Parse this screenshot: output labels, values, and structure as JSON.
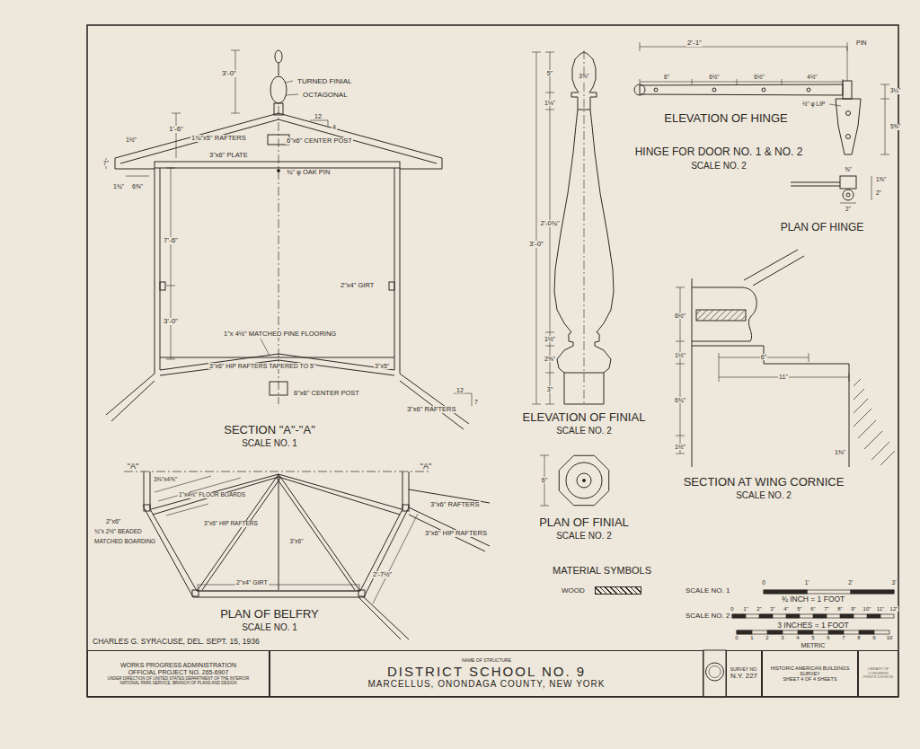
{
  "diagram": {
    "nodes": [
      {
        "text": [
          "WORKS PROGRESS ADMINISTRATION",
          "OFFICIAL PROJECT NO. 265-6907",
          "UNDER DIRECTION OF UNITED STATES DEPARTMENT OF THE INTERIOR",
          "NATIONAL PARK SERVICE, BRANCH OF PLANS AND DESIGN"
        ]
      },
      {
        "text": [
          "NAME OF STRUCTURE",
          "DISTRICT SCHOOL NO. 9",
          "MARCELLUS, ONONDAGA COUNTY, NEW YORK"
        ]
      },
      {
        "text": [
          "SURVEY NO.",
          "N.Y. 227"
        ]
      },
      {
        "text": [
          "HISTORIC AMERICAN BUILDINGS SURVEY",
          "SHEET 4 OF 4 SHEETS"
        ]
      },
      {
        "text": [
          "LIBRARY OF CONGRESS",
          "PRINTS DIVISION"
        ]
      }
    ],
    "labels": [
      "3'-0\"",
      "TURNED FINIAL",
      "OCTAGONAL",
      "1'-6\"",
      "1¾\"x5\" RAFTERS",
      "12",
      "4",
      "6\"x6\" CENTER POST",
      "3\"x6\" PLATE",
      "¾\" φ OAK PIN",
      "1½\"",
      "7\"",
      "1¾\"",
      "6⅝\"",
      "7'-6\"",
      "2\"x4\" GIRT",
      "3'-0\"",
      "1\"x 4½\" MATCHED PINE FLOORING",
      "3\"x6\" HIP RAFTERS TAPERED TO 5\"",
      "3\"x5\"",
      "6\"x6\" CENTER POST",
      "3\"x6\" RAFTERS",
      "12",
      "7",
      "SECTION \"A\"-\"A\"",
      "SCALE NO. 1",
      "\"A\"",
      "\"A\"",
      "3⅜\"x4⅝\"",
      "2\"x6\"",
      "¾\"x 2½\" BEADED",
      "MATCHED BOARDING",
      "1\"x4½\" FLOOR BOARDS",
      "3\"x6\" HIP RAFTERS",
      "3\"x6\"",
      "3\"x6\" RAFTERS",
      "3\"x6\" HIP RAFTERS",
      "2'-7½\"",
      "2\"x4\" GIRT",
      "PLAN OF BELFRY",
      "SCALE NO. 1",
      "CHARLES G. SYRACUSE, DEL. SEPT. 15, 1936",
      "3'-0\"",
      "5\"",
      "1⅛\"",
      "3⅝\"",
      "2'-0¾\"",
      "1½\"",
      "2⅝\"",
      "3\"",
      "ELEVATION OF FINIAL",
      "SCALE NO. 2",
      "6\"",
      "PLAN OF FINIAL",
      "SCALE NO. 2",
      "2'-1\"",
      "PIN",
      "6\"",
      "6½\"",
      "6½\"",
      "4½\"",
      "ELEVATION OF HINGE",
      "½\" φ LIP",
      "3¼\"",
      "5⅝\"",
      "HINGE FOR DOOR NO. 1 & NO. 2",
      "SCALE NO. 2",
      "⅝\"",
      "1⅝\"",
      "2\"",
      "2\"",
      "PLAN OF HINGE",
      "6½\"",
      "1½\"",
      "6¾\"",
      "6\"",
      "11\"",
      "1½\"",
      "1⅜\"",
      "SECTION AT WING CORNICE",
      "SCALE NO. 2",
      "MATERIAL SYMBOLS",
      "SCALE NO. 1",
      "0",
      "1'",
      "2'",
      "3'",
      "¾ INCH = 1 FOOT",
      "SCALE NO. 2",
      "0",
      "1\"",
      "2\"",
      "3\"",
      "4\"",
      "5\"",
      "6\"",
      "7\"",
      "8\"",
      "9\"",
      "10\"",
      "11\"",
      "12\"",
      "3 INCHES = 1 FOOT",
      "0",
      "1",
      "2",
      "3",
      "4",
      "5",
      "6",
      "7",
      "8",
      "9",
      "10",
      "METRIC"
    ],
    "legend": [
      {
        "text": "WOOD"
      }
    ]
  }
}
